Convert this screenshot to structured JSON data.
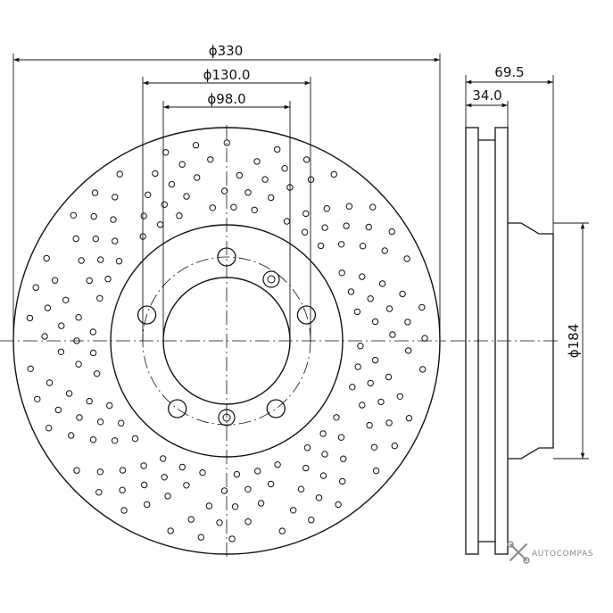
{
  "drawing": {
    "kind": "brake-disc-technical-drawing",
    "line_color": "#111111",
    "background": "#ffffff",
    "front_view": {
      "mounting_holes": 5,
      "pin_holes": 2,
      "drilled_pattern": true
    },
    "dimensions": {
      "outer_diameter": "ϕ330",
      "bolt_circle": "ϕ130.0",
      "center_bore": "ϕ98.0",
      "total_height": "69.5",
      "disc_thickness": "34.0",
      "hat_diameter": "ϕ184"
    }
  },
  "watermark": {
    "text": "AUTOCOMPAS",
    "icon": "crossed-wrench-logo-icon",
    "color": "#8a8a8a"
  }
}
